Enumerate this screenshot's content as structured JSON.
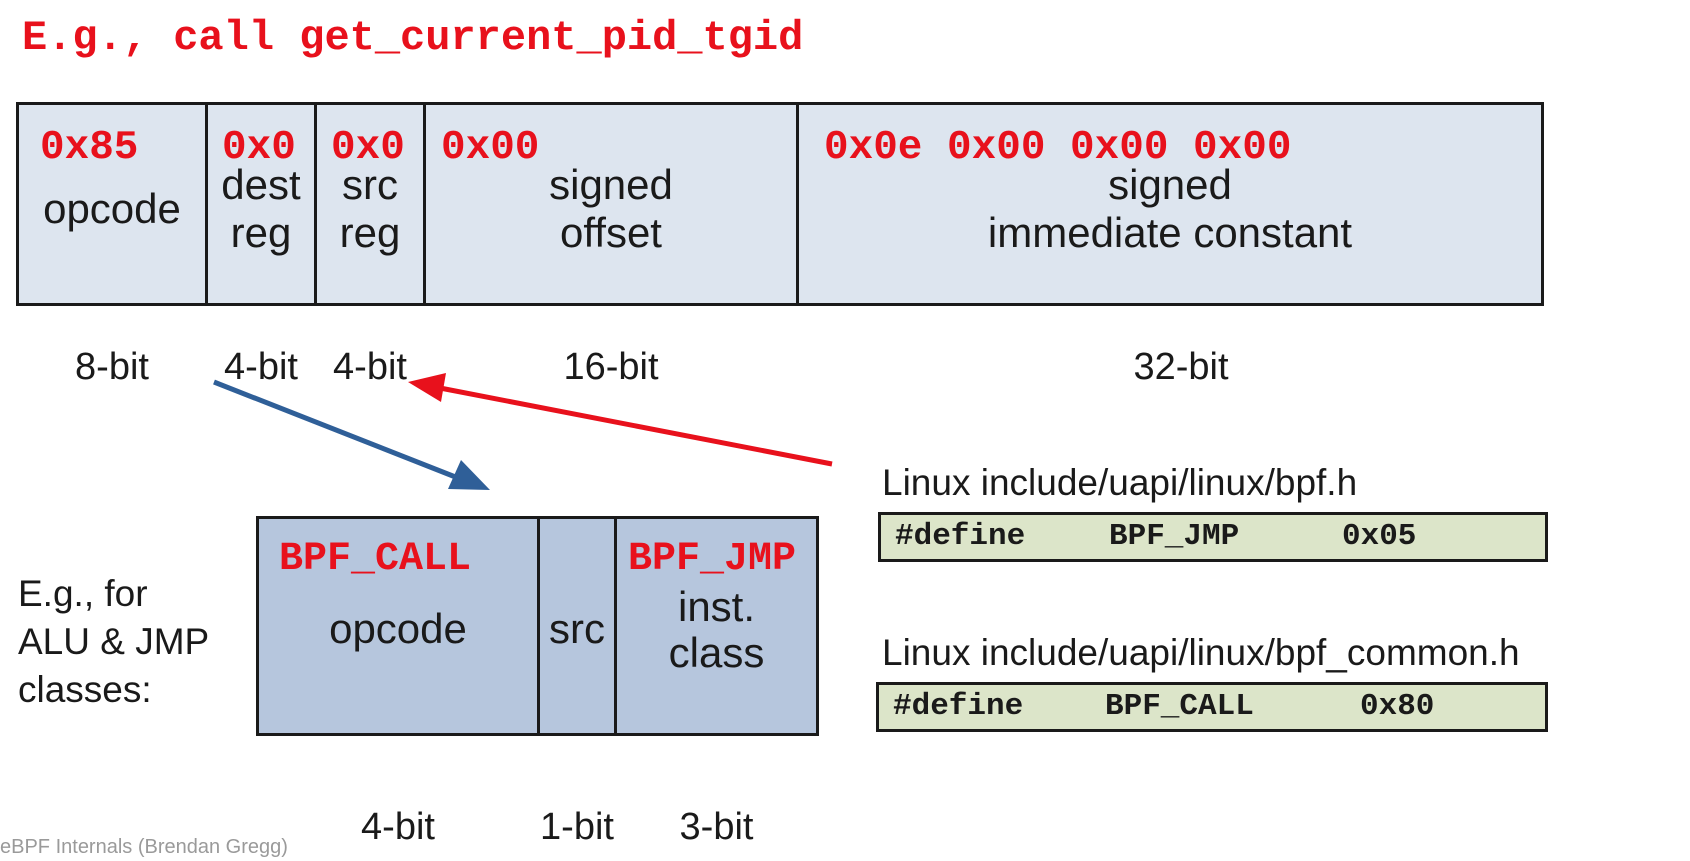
{
  "title": "E.g., call get_current_pid_tgid",
  "instruction_fields": [
    {
      "hex": "0x85",
      "label_lines": [
        "opcode"
      ],
      "bits": "8-bit"
    },
    {
      "hex": "0x0",
      "label_lines": [
        "dest",
        "reg"
      ],
      "bits": "4-bit"
    },
    {
      "hex": "0x0",
      "label_lines": [
        "src",
        "reg"
      ],
      "bits": "4-bit"
    },
    {
      "hex": "0x00",
      "label_lines": [
        "signed",
        "offset"
      ],
      "bits": "16-bit"
    },
    {
      "hex": "0x0e 0x00 0x00 0x00",
      "label_lines": [
        "signed",
        "immediate constant"
      ],
      "bits": "32-bit"
    }
  ],
  "opcode_note": "E.g., for\nALU & JMP\nclasses:",
  "opcode_fields": [
    {
      "name": "BPF_CALL",
      "label_lines": [
        "opcode"
      ],
      "bits": "4-bit"
    },
    {
      "name": "",
      "label_lines": [
        "src"
      ],
      "bits": "1-bit"
    },
    {
      "name": "BPF_JMP",
      "label_lines": [
        "inst.",
        "class"
      ],
      "bits": "3-bit"
    }
  ],
  "sources": [
    {
      "file": "Linux include/uapi/linux/bpf.h",
      "keyword": "#define",
      "macro": "BPF_JMP",
      "value": "0x05"
    },
    {
      "file": "Linux include/uapi/linux/bpf_common.h",
      "keyword": "#define",
      "macro": "BPF_CALL",
      "value": "0x80"
    }
  ],
  "footer": "eBPF Internals (Brendan Gregg)",
  "colors": {
    "accent_red": "#e8111c",
    "arrow_blue": "#2f5f98",
    "field_bg": "#dde5ef",
    "opcode_bg": "#b6c6dd",
    "define_bg": "#dce5c9"
  }
}
